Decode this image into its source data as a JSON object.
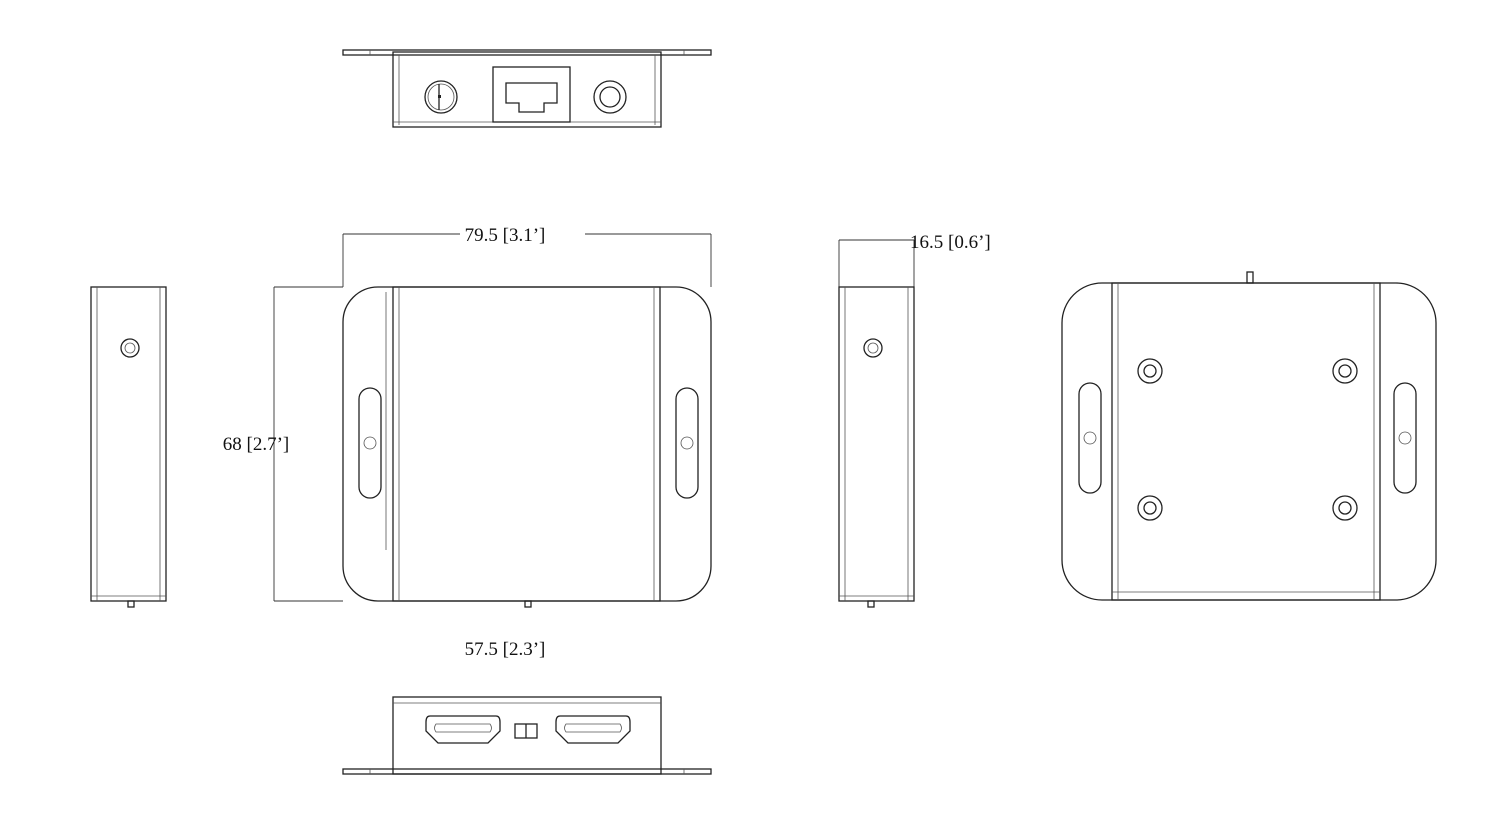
{
  "drawing": {
    "dimensions": {
      "width": "79.5 [3.1’]",
      "height": "68 [2.7’]",
      "depth": "16.5 [0.6’]",
      "body_width": "57.5 [2.3’]"
    },
    "views": [
      "top-view",
      "front-view",
      "left-side-view",
      "right-side-view",
      "back-view",
      "bottom-view"
    ],
    "line_color": "#222222",
    "background": "#ffffff"
  }
}
